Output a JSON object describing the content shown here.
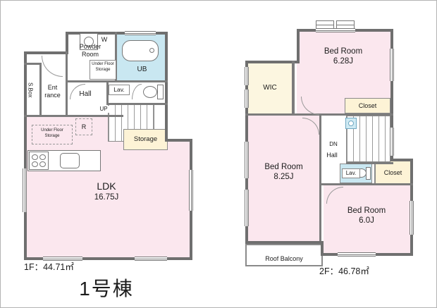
{
  "page": {
    "building_label": "1号棟",
    "floor1_area": "1F：44.71㎡",
    "floor2_area": "2F：46.78㎡"
  },
  "floor1": {
    "powder_room": "Powder Room",
    "washer": "W",
    "under_floor_storage_small": "Under Floor Storage",
    "ub": "UB",
    "entrance": "Ent rance",
    "hall": "Hall",
    "lav": "Lav.",
    "shoe_box": "S.Box",
    "up": "UP",
    "refrigerator": "R",
    "under_floor_storage": "Under Floor Storage",
    "storage": "Storage",
    "ldk_name": "LDK",
    "ldk_size": "16.75J"
  },
  "floor2": {
    "bedroom1_name": "Bed Room",
    "bedroom1_size": "6.28J",
    "wic": "WIC",
    "closet_top": "Closet",
    "dn": "DN",
    "hall": "Hall",
    "lav": "Lav.",
    "closet_bottom": "Closet",
    "bedroom2_name": "Bed Room",
    "bedroom2_size": "8.25J",
    "bedroom3_name": "Bed Room",
    "bedroom3_size": "6.0J",
    "roof_balcony": "Roof Balcony"
  },
  "colors": {
    "room_pink": "#fbe7ee",
    "wet_blue": "#c9e7f1",
    "storage_yellow": "#fdf3d6",
    "wall_gray": "#6f6f6f"
  }
}
